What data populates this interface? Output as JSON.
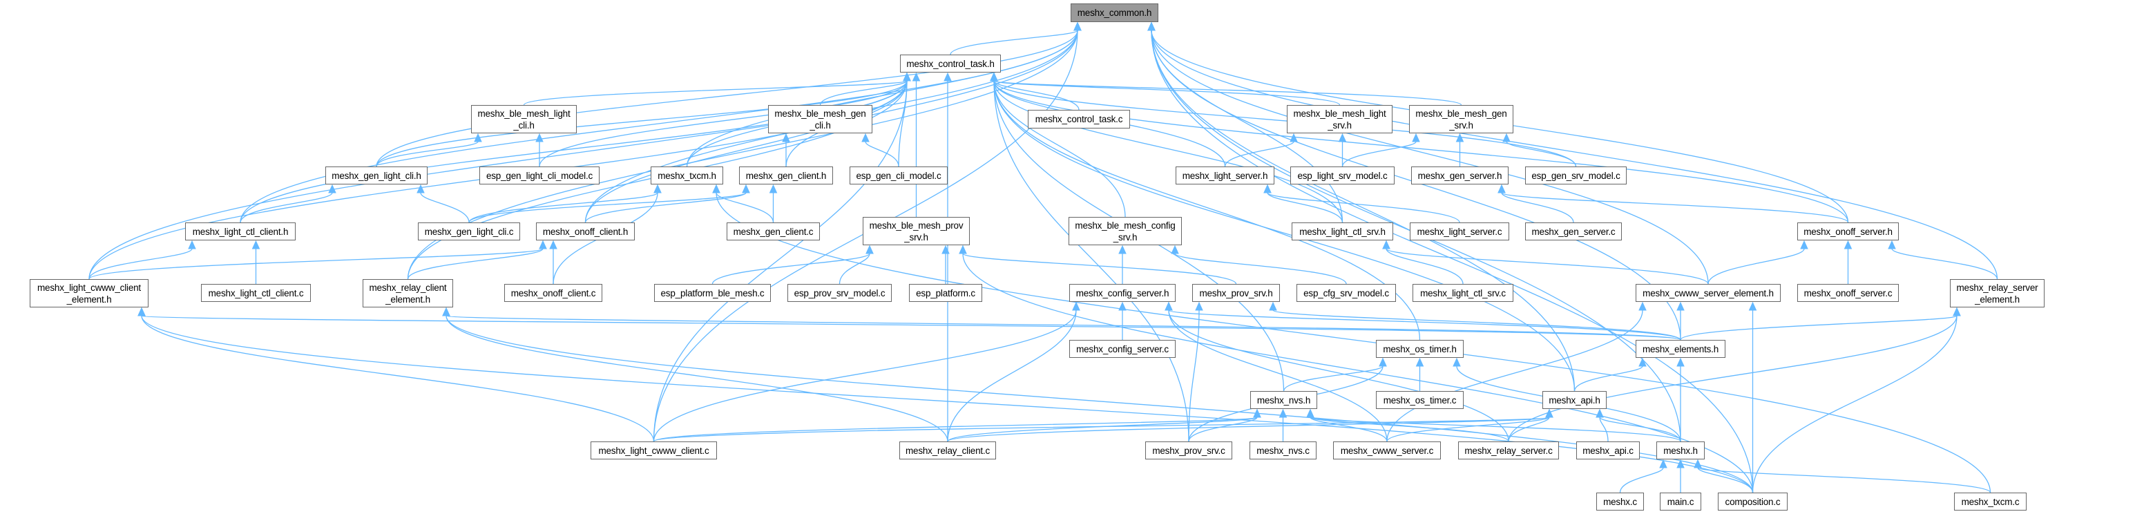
{
  "graph": {
    "title": "meshx_common.h",
    "colors": {
      "edge": "#63b8ff",
      "node_border": "#666666",
      "current_node_fill": "#999999"
    },
    "nodes": {
      "common_h": {
        "l1": "meshx_common.h"
      },
      "control_task_h": {
        "l1": "meshx_control_task.h"
      },
      "ble_mesh_light_cli_h": {
        "l1": "meshx_ble_mesh_light",
        "l2": "_cli.h"
      },
      "ble_mesh_gen_cli_h": {
        "l1": "meshx_ble_mesh_gen",
        "l2": "_cli.h"
      },
      "control_task_c": {
        "l1": "meshx_control_task.c"
      },
      "ble_mesh_light_srv_h": {
        "l1": "meshx_ble_mesh_light",
        "l2": "_srv.h"
      },
      "ble_mesh_gen_srv_h": {
        "l1": "meshx_ble_mesh_gen",
        "l2": "_srv.h"
      },
      "gen_light_cli_h": {
        "l1": "meshx_gen_light_cli.h"
      },
      "esp_gen_light_cli_model_c": {
        "l1": "esp_gen_light_cli_model.c"
      },
      "txcm_h": {
        "l1": "meshx_txcm.h"
      },
      "gen_client_h": {
        "l1": "meshx_gen_client.h"
      },
      "esp_gen_cli_model_c": {
        "l1": "esp_gen_cli_model.c"
      },
      "light_server_h": {
        "l1": "meshx_light_server.h"
      },
      "esp_light_srv_model_c": {
        "l1": "esp_light_srv_model.c"
      },
      "gen_server_h": {
        "l1": "meshx_gen_server.h"
      },
      "esp_gen_srv_model_c": {
        "l1": "esp_gen_srv_model.c"
      },
      "light_ctl_client_h": {
        "l1": "meshx_light_ctl_client.h"
      },
      "gen_light_cli_c": {
        "l1": "meshx_gen_light_cli.c"
      },
      "onoff_client_h": {
        "l1": "meshx_onoff_client.h"
      },
      "gen_client_c": {
        "l1": "meshx_gen_client.c"
      },
      "ble_mesh_prov_srv_h": {
        "l1": "meshx_ble_mesh_prov",
        "l2": "_srv.h"
      },
      "ble_mesh_config_srv_h": {
        "l1": "meshx_ble_mesh_config",
        "l2": "_srv.h"
      },
      "light_ctl_srv_h": {
        "l1": "meshx_light_ctl_srv.h"
      },
      "light_server_c": {
        "l1": "meshx_light_server.c"
      },
      "gen_server_c": {
        "l1": "meshx_gen_server.c"
      },
      "onoff_server_h": {
        "l1": "meshx_onoff_server.h"
      },
      "cwww_client_element_h": {
        "l1": "meshx_light_cwww_client",
        "l2": "_element.h"
      },
      "light_ctl_client_c": {
        "l1": "meshx_light_ctl_client.c"
      },
      "relay_client_element_h": {
        "l1": "meshx_relay_client",
        "l2": "_element.h"
      },
      "onoff_client_c": {
        "l1": "meshx_onoff_client.c"
      },
      "esp_platform_ble_mesh_c": {
        "l1": "esp_platform_ble_mesh.c"
      },
      "esp_prov_srv_model_c": {
        "l1": "esp_prov_srv_model.c"
      },
      "esp_platform_c": {
        "l1": "esp_platform.c"
      },
      "config_server_h": {
        "l1": "meshx_config_server.h"
      },
      "prov_srv_h": {
        "l1": "meshx_prov_srv.h"
      },
      "esp_cfg_srv_model_c": {
        "l1": "esp_cfg_srv_model.c"
      },
      "light_ctl_srv_c": {
        "l1": "meshx_light_ctl_srv.c"
      },
      "cwww_server_element_h": {
        "l1": "meshx_cwww_server_element.h"
      },
      "onoff_server_c": {
        "l1": "meshx_onoff_server.c"
      },
      "relay_server_element_h": {
        "l1": "meshx_relay_server",
        "l2": "_element.h"
      },
      "config_server_c": {
        "l1": "meshx_config_server.c"
      },
      "os_timer_h": {
        "l1": "meshx_os_timer.h"
      },
      "elements_h": {
        "l1": "meshx_elements.h"
      },
      "nvs_h": {
        "l1": "meshx_nvs.h"
      },
      "os_timer_c": {
        "l1": "meshx_os_timer.c"
      },
      "api_h": {
        "l1": "meshx_api.h"
      },
      "light_cwww_client_c": {
        "l1": "meshx_light_cwww_client.c"
      },
      "relay_client_c": {
        "l1": "meshx_relay_client.c"
      },
      "prov_srv_c": {
        "l1": "meshx_prov_srv.c"
      },
      "nvs_c": {
        "l1": "meshx_nvs.c"
      },
      "cwww_server_c": {
        "l1": "meshx_cwww_server.c"
      },
      "relay_server_c": {
        "l1": "meshx_relay_server.c"
      },
      "api_c": {
        "l1": "meshx_api.c"
      },
      "meshx_h": {
        "l1": "meshx.h"
      },
      "meshx_c": {
        "l1": "meshx.c"
      },
      "main_c": {
        "l1": "main.c"
      },
      "composition_c": {
        "l1": "composition.c"
      },
      "txcm_c": {
        "l1": "meshx_txcm.c"
      }
    },
    "edges": [
      [
        "control_task_h",
        "common_h"
      ],
      [
        "light_cwww_client_c",
        "common_h"
      ],
      [
        "cwww_client_element_h",
        "common_h"
      ],
      [
        "light_ctl_client_h",
        "common_h"
      ],
      [
        "relay_client_element_h",
        "common_h"
      ],
      [
        "onoff_client_h",
        "common_h"
      ],
      [
        "gen_light_cli_h",
        "common_h"
      ],
      [
        "txcm_h",
        "common_h"
      ],
      [
        "light_ctl_srv_h",
        "common_h"
      ],
      [
        "onoff_server_h",
        "common_h"
      ],
      [
        "cwww_server_element_h",
        "common_h"
      ],
      [
        "relay_server_element_h",
        "common_h"
      ],
      [
        "elements_h",
        "common_h"
      ],
      [
        "api_h",
        "common_h"
      ],
      [
        "meshx_h",
        "common_h"
      ],
      [
        "composition_c",
        "common_h"
      ],
      [
        "ble_mesh_light_cli_h",
        "control_task_h"
      ],
      [
        "gen_light_cli_h",
        "control_task_h"
      ],
      [
        "esp_gen_light_cli_model_c",
        "control_task_h"
      ],
      [
        "light_ctl_client_h",
        "control_task_h"
      ],
      [
        "onoff_client_h",
        "control_task_h"
      ],
      [
        "cwww_client_element_h",
        "control_task_h"
      ],
      [
        "relay_client_element_h",
        "control_task_h"
      ],
      [
        "light_cwww_client_c",
        "control_task_h"
      ],
      [
        "relay_client_c",
        "control_task_h"
      ],
      [
        "txcm_h",
        "control_task_h"
      ],
      [
        "gen_client_h",
        "control_task_h"
      ],
      [
        "ble_mesh_gen_cli_h",
        "control_task_h"
      ],
      [
        "esp_gen_cli_model_c",
        "control_task_h"
      ],
      [
        "control_task_c",
        "control_task_h"
      ],
      [
        "ble_mesh_prov_srv_h",
        "control_task_h"
      ],
      [
        "nvs_h",
        "control_task_h"
      ],
      [
        "ble_mesh_config_srv_h",
        "control_task_h"
      ],
      [
        "ble_mesh_light_srv_h",
        "control_task_h"
      ],
      [
        "ble_mesh_gen_srv_h",
        "control_task_h"
      ],
      [
        "light_server_h",
        "control_task_h"
      ],
      [
        "light_ctl_srv_h",
        "control_task_h"
      ],
      [
        "esp_gen_srv_model_c",
        "control_task_h"
      ],
      [
        "onoff_server_h",
        "control_task_h"
      ],
      [
        "os_timer_h",
        "control_task_h"
      ],
      [
        "api_h",
        "control_task_h"
      ],
      [
        "prov_srv_c",
        "control_task_h"
      ],
      [
        "gen_light_cli_h",
        "ble_mesh_light_cli_h"
      ],
      [
        "esp_gen_light_cli_model_c",
        "ble_mesh_light_cli_h"
      ],
      [
        "light_ctl_client_h",
        "gen_light_cli_h"
      ],
      [
        "gen_light_cli_c",
        "gen_light_cli_h"
      ],
      [
        "cwww_client_element_h",
        "light_ctl_client_h"
      ],
      [
        "light_ctl_client_c",
        "light_ctl_client_h"
      ],
      [
        "cwww_client_element_h",
        "onoff_client_h"
      ],
      [
        "relay_client_element_h",
        "onoff_client_h"
      ],
      [
        "onoff_client_c",
        "onoff_client_h"
      ],
      [
        "gen_client_h",
        "ble_mesh_gen_cli_h"
      ],
      [
        "esp_gen_cli_model_c",
        "ble_mesh_gen_cli_h"
      ],
      [
        "onoff_client_h",
        "gen_client_h"
      ],
      [
        "gen_client_c",
        "gen_client_h"
      ],
      [
        "gen_light_cli_c",
        "gen_client_h"
      ],
      [
        "gen_light_cli_c",
        "txcm_h"
      ],
      [
        "onoff_client_c",
        "txcm_h"
      ],
      [
        "gen_client_c",
        "txcm_h"
      ],
      [
        "txcm_c",
        "txcm_h"
      ],
      [
        "esp_platform_ble_mesh_c",
        "ble_mesh_prov_srv_h"
      ],
      [
        "esp_prov_srv_model_c",
        "ble_mesh_prov_srv_h"
      ],
      [
        "esp_platform_c",
        "ble_mesh_prov_srv_h"
      ],
      [
        "prov_srv_h",
        "ble_mesh_prov_srv_h"
      ],
      [
        "composition_c",
        "ble_mesh_prov_srv_h"
      ],
      [
        "config_server_h",
        "ble_mesh_config_srv_h"
      ],
      [
        "esp_cfg_srv_model_c",
        "ble_mesh_config_srv_h"
      ],
      [
        "config_server_c",
        "config_server_h"
      ],
      [
        "light_cwww_client_c",
        "config_server_h"
      ],
      [
        "relay_client_c",
        "config_server_h"
      ],
      [
        "cwww_server_c",
        "config_server_h"
      ],
      [
        "elements_h",
        "config_server_h"
      ],
      [
        "relay_server_c",
        "config_server_h"
      ],
      [
        "prov_srv_c",
        "prov_srv_h"
      ],
      [
        "elements_h",
        "prov_srv_h"
      ],
      [
        "light_cwww_client_c",
        "cwww_client_element_h"
      ],
      [
        "elements_h",
        "cwww_client_element_h"
      ],
      [
        "composition_c",
        "cwww_client_element_h"
      ],
      [
        "relay_client_c",
        "relay_client_element_h"
      ],
      [
        "elements_h",
        "relay_client_element_h"
      ],
      [
        "composition_c",
        "relay_client_element_h"
      ],
      [
        "light_server_h",
        "ble_mesh_light_srv_h"
      ],
      [
        "esp_light_srv_model_c",
        "ble_mesh_light_srv_h"
      ],
      [
        "esp_light_srv_model_c",
        "ble_mesh_gen_srv_h"
      ],
      [
        "gen_server_h",
        "ble_mesh_gen_srv_h"
      ],
      [
        "esp_gen_srv_model_c",
        "ble_mesh_gen_srv_h"
      ],
      [
        "light_ctl_srv_h",
        "light_server_h"
      ],
      [
        "light_server_c",
        "light_server_h"
      ],
      [
        "gen_server_c",
        "gen_server_h"
      ],
      [
        "onoff_server_h",
        "gen_server_h"
      ],
      [
        "light_ctl_srv_c",
        "light_ctl_srv_h"
      ],
      [
        "cwww_server_element_h",
        "light_ctl_srv_h"
      ],
      [
        "cwww_server_element_h",
        "onoff_server_h"
      ],
      [
        "onoff_server_c",
        "onoff_server_h"
      ],
      [
        "relay_server_element_h",
        "onoff_server_h"
      ],
      [
        "elements_h",
        "cwww_server_element_h"
      ],
      [
        "cwww_server_c",
        "cwww_server_element_h"
      ],
      [
        "composition_c",
        "cwww_server_element_h"
      ],
      [
        "elements_h",
        "relay_server_element_h"
      ],
      [
        "relay_server_c",
        "relay_server_element_h"
      ],
      [
        "composition_c",
        "relay_server_element_h"
      ],
      [
        "api_h",
        "elements_h"
      ],
      [
        "meshx_h",
        "elements_h"
      ],
      [
        "nvs_h",
        "os_timer_h"
      ],
      [
        "os_timer_c",
        "os_timer_h"
      ],
      [
        "prov_srv_c",
        "os_timer_h"
      ],
      [
        "meshx_h",
        "os_timer_h"
      ],
      [
        "light_cwww_client_c",
        "nvs_h"
      ],
      [
        "relay_client_c",
        "nvs_h"
      ],
      [
        "prov_srv_c",
        "nvs_h"
      ],
      [
        "nvs_c",
        "nvs_h"
      ],
      [
        "cwww_server_c",
        "nvs_h"
      ],
      [
        "relay_server_c",
        "nvs_h"
      ],
      [
        "meshx_h",
        "nvs_h"
      ],
      [
        "light_cwww_client_c",
        "api_h"
      ],
      [
        "relay_client_c",
        "api_h"
      ],
      [
        "cwww_server_c",
        "api_h"
      ],
      [
        "relay_server_c",
        "api_h"
      ],
      [
        "api_c",
        "api_h"
      ],
      [
        "meshx_h",
        "api_h"
      ],
      [
        "meshx_c",
        "meshx_h"
      ],
      [
        "main_c",
        "meshx_h"
      ],
      [
        "composition_c",
        "meshx_h"
      ],
      [
        "txcm_c",
        "meshx_h"
      ]
    ]
  }
}
